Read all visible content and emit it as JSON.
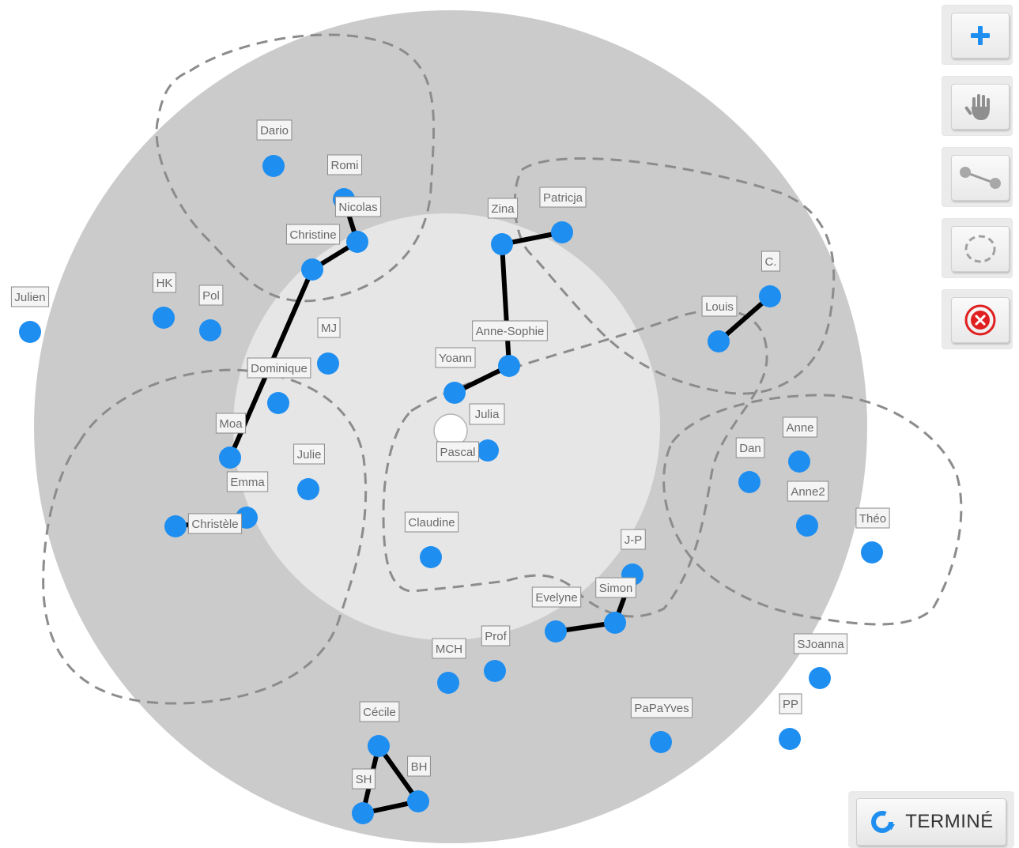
{
  "colors": {
    "outer_zone": "#cbcbcb",
    "inner_zone": "#e6e6e6",
    "node": "#1e8ef0",
    "link": "#000000",
    "group_outline": "#8c8c8c",
    "add_icon": "#1e8ef0",
    "delete_icon": "#e02020"
  },
  "toolbar": {
    "add_icon": "plus-icon",
    "move_icon": "hand-icon",
    "link_icon": "link-icon",
    "group_icon": "dashed-circle-icon",
    "delete_icon": "delete-icon"
  },
  "done_button": {
    "label": "TERMINÉ",
    "icon": "refresh-icon"
  },
  "ego": {
    "label": "Julia"
  },
  "people": [
    {
      "id": "dario",
      "label": "Dario"
    },
    {
      "id": "romi",
      "label": "Romi"
    },
    {
      "id": "nicolas",
      "label": "Nicolas"
    },
    {
      "id": "christine",
      "label": "Christine"
    },
    {
      "id": "julien",
      "label": "Julien"
    },
    {
      "id": "hk",
      "label": "HK"
    },
    {
      "id": "pol",
      "label": "Pol"
    },
    {
      "id": "mj",
      "label": "MJ"
    },
    {
      "id": "dominique",
      "label": "Dominique"
    },
    {
      "id": "moa",
      "label": "Moa"
    },
    {
      "id": "julie",
      "label": "Julie"
    },
    {
      "id": "emma",
      "label": "Emma"
    },
    {
      "id": "christele",
      "label": "Christèle"
    },
    {
      "id": "zina",
      "label": "Zina"
    },
    {
      "id": "patricja",
      "label": "Patricja"
    },
    {
      "id": "annesophie",
      "label": "Anne-Sophie"
    },
    {
      "id": "yoann",
      "label": "Yoann"
    },
    {
      "id": "pascal",
      "label": "Pascal"
    },
    {
      "id": "claudine",
      "label": "Claudine"
    },
    {
      "id": "c",
      "label": "C."
    },
    {
      "id": "louis",
      "label": "Louis"
    },
    {
      "id": "anne",
      "label": "Anne"
    },
    {
      "id": "dan",
      "label": "Dan"
    },
    {
      "id": "anne2",
      "label": "Anne2"
    },
    {
      "id": "theo",
      "label": "Théo"
    },
    {
      "id": "jp",
      "label": "J-P"
    },
    {
      "id": "simon",
      "label": "Simon"
    },
    {
      "id": "evelyne",
      "label": "Evelyne"
    },
    {
      "id": "prof",
      "label": "Prof"
    },
    {
      "id": "mch",
      "label": "MCH"
    },
    {
      "id": "sjoanna",
      "label": "SJoanna"
    },
    {
      "id": "pp",
      "label": "PP"
    },
    {
      "id": "papayves",
      "label": "PaPaYves"
    },
    {
      "id": "cecile",
      "label": "Cécile"
    },
    {
      "id": "bh",
      "label": "BH"
    },
    {
      "id": "sh",
      "label": "SH"
    }
  ],
  "links": [
    [
      "romi",
      "nicolas"
    ],
    [
      "nicolas",
      "christine"
    ],
    [
      "christine",
      "moa"
    ],
    [
      "emma",
      "christele"
    ],
    [
      "zina",
      "patricja"
    ],
    [
      "zina",
      "annesophie"
    ],
    [
      "annesophie",
      "yoann"
    ],
    [
      "c",
      "louis"
    ],
    [
      "jp",
      "simon"
    ],
    [
      "simon",
      "evelyne"
    ],
    [
      "cecile",
      "bh"
    ],
    [
      "cecile",
      "sh"
    ],
    [
      "sh",
      "bh"
    ]
  ]
}
